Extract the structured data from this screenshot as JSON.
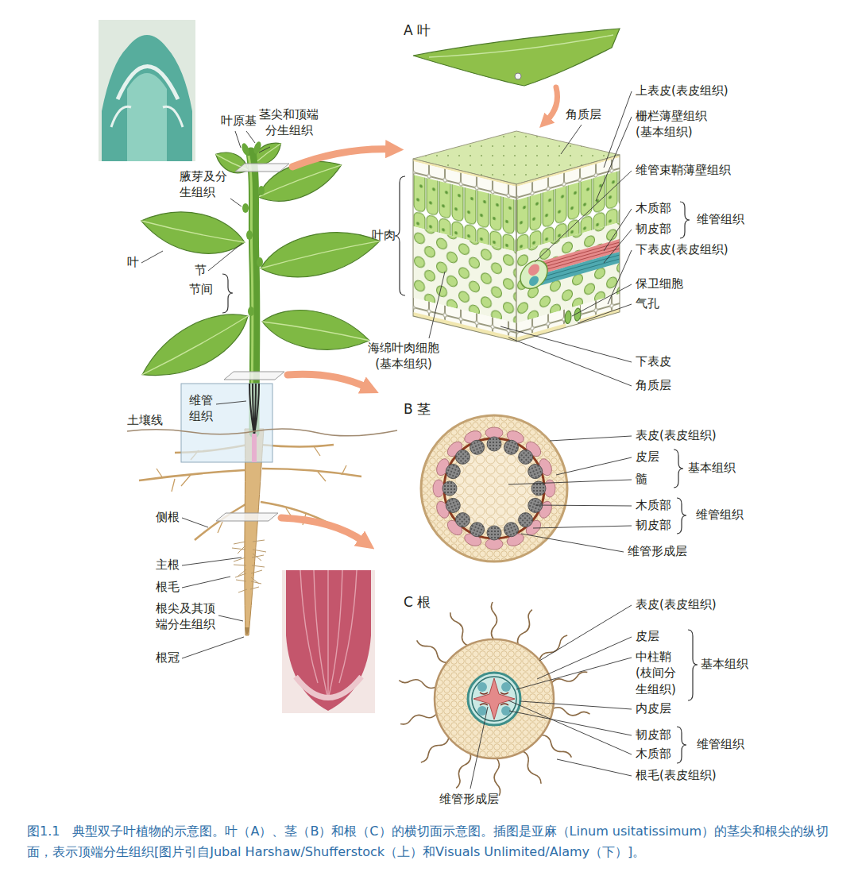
{
  "diagram": {
    "caption": "图1.1　典型双子叶植物的示意图。叶（A）、茎（B）和根（C）的横切面示意图。插图是亚麻（Linum usitatissimum）的茎尖和根尖的纵切面，表示顶端分生组织[图片引自Jubal Harshaw/Shufferstock（上）和Visuals Unlimited/Alamy（下）]。",
    "labels": [
      "叶原基",
      "茎尖和顶端 分生组织",
      "腋芽及分 生组织",
      "叶",
      "节",
      "节间",
      "维管 组织",
      "土壤线",
      "侧根",
      "主根",
      "根毛",
      "根尖及其顶 端分生组织",
      "根冠",
      "A 叶",
      "角质层",
      "上表皮(表皮组织)",
      "栅栏薄壁组织 (基本组织)",
      "维管束鞘薄壁组织",
      "木质部",
      "韧皮部",
      "维管组织",
      "下表皮(表皮组织)",
      "保卫细胞",
      "气孔",
      "叶肉",
      "海绵叶肉细胞 (基本组织)",
      "下表皮",
      "角质层",
      "B 茎",
      "表皮(表皮组织)",
      "皮层",
      "髓",
      "基本组织",
      "木质部",
      "韧皮部",
      "维管组织",
      "维管形成层",
      "C 根",
      "表皮(表皮组织)",
      "皮层",
      "中柱鞘 (枝间分 生组织)",
      "基本组织",
      "内皮层",
      "韧皮部",
      "木质部",
      "维管组织",
      "根毛(表皮组织)",
      "维管形成层"
    ]
  }
}
